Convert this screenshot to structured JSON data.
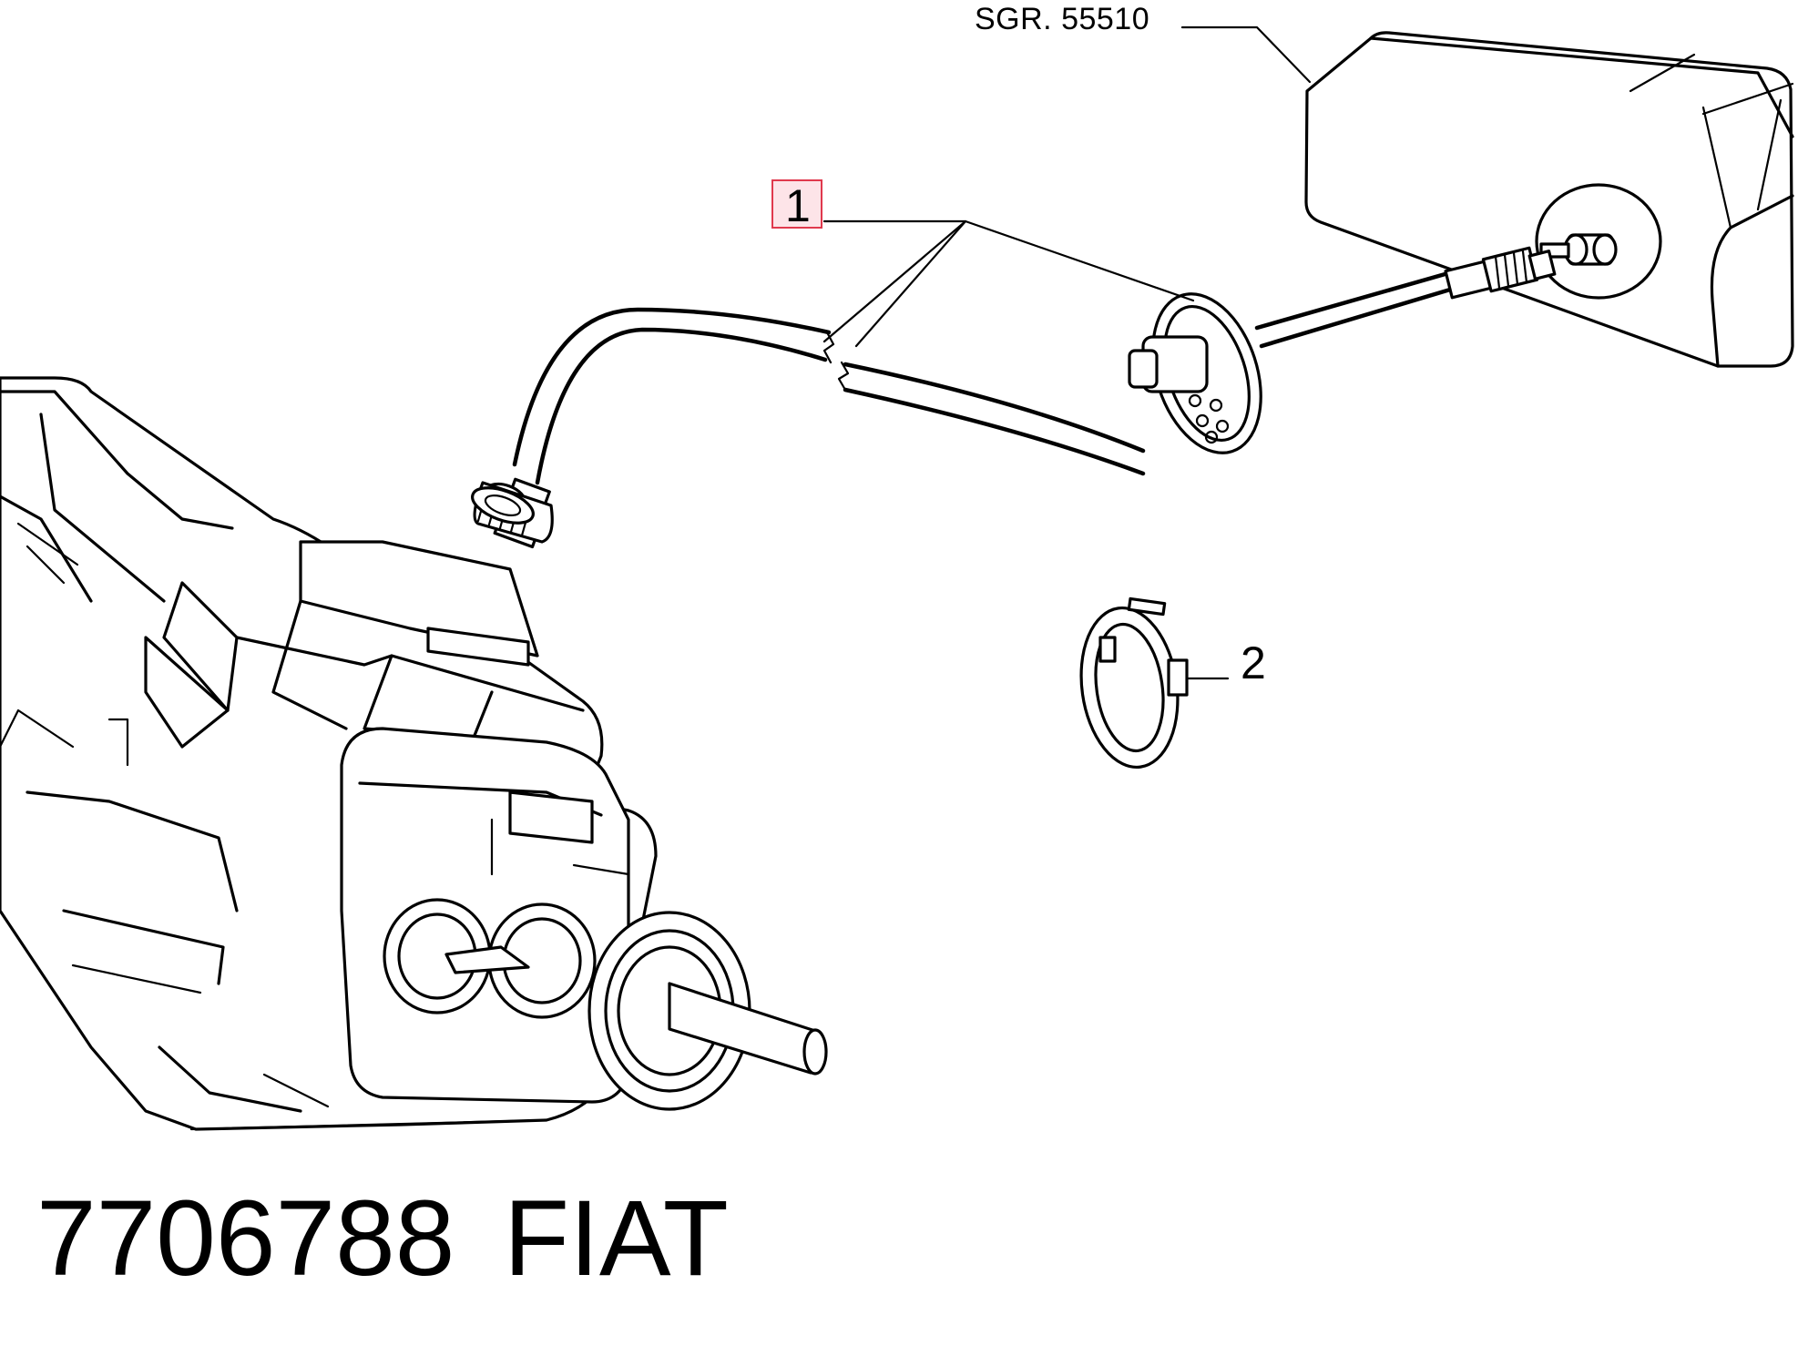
{
  "references": {
    "group_ref": "SGR. 55510"
  },
  "callouts": [
    {
      "number": "1",
      "highlighted": true,
      "highlight_fill": "#fde4e8",
      "highlight_stroke": "#e0394d"
    },
    {
      "number": "2",
      "highlighted": false
    }
  ],
  "footer": {
    "part_number": "7706788",
    "brand": "FIAT"
  },
  "colors": {
    "line": "#000000",
    "background": "#ffffff"
  }
}
